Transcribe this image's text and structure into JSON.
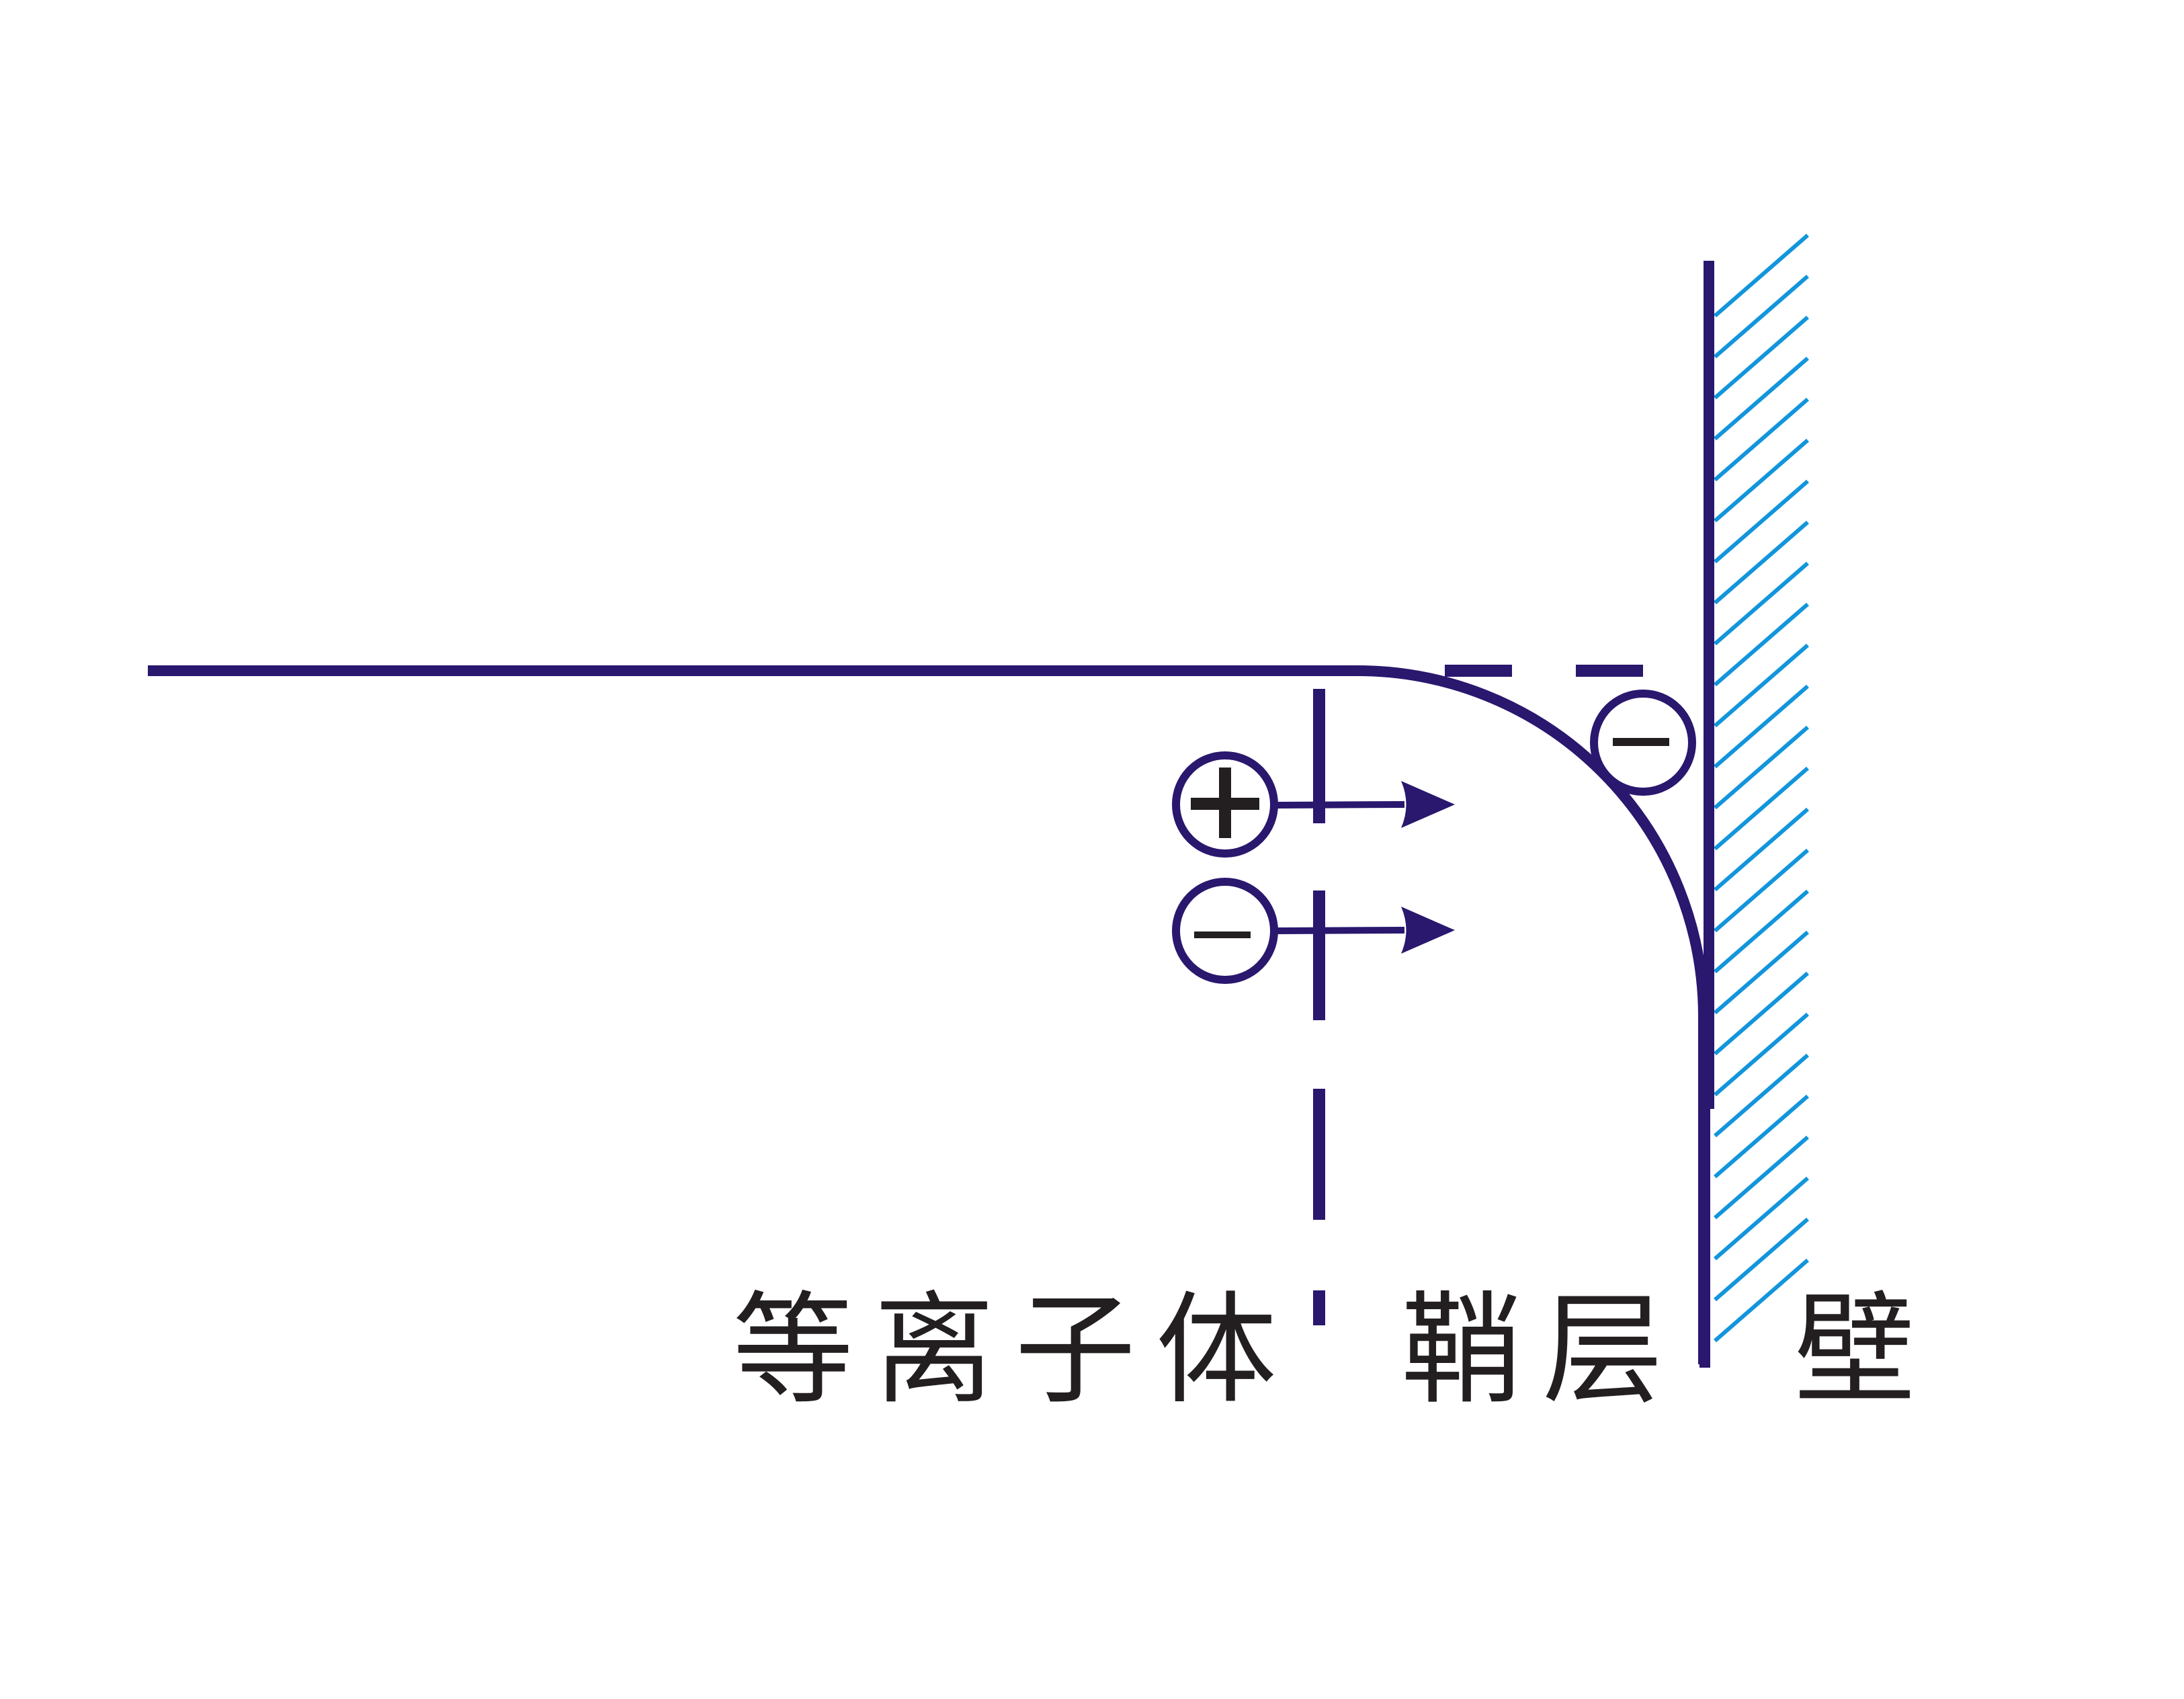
{
  "labels": {
    "plasma": "等离子体",
    "sheath": "鞘层",
    "wall": "壁"
  },
  "charges": {
    "ion": "+",
    "electron": "−",
    "wall_electron": "−"
  },
  "colors": {
    "line": "#2a176e",
    "hatch": "#1295dc",
    "sign": "#231f20"
  }
}
